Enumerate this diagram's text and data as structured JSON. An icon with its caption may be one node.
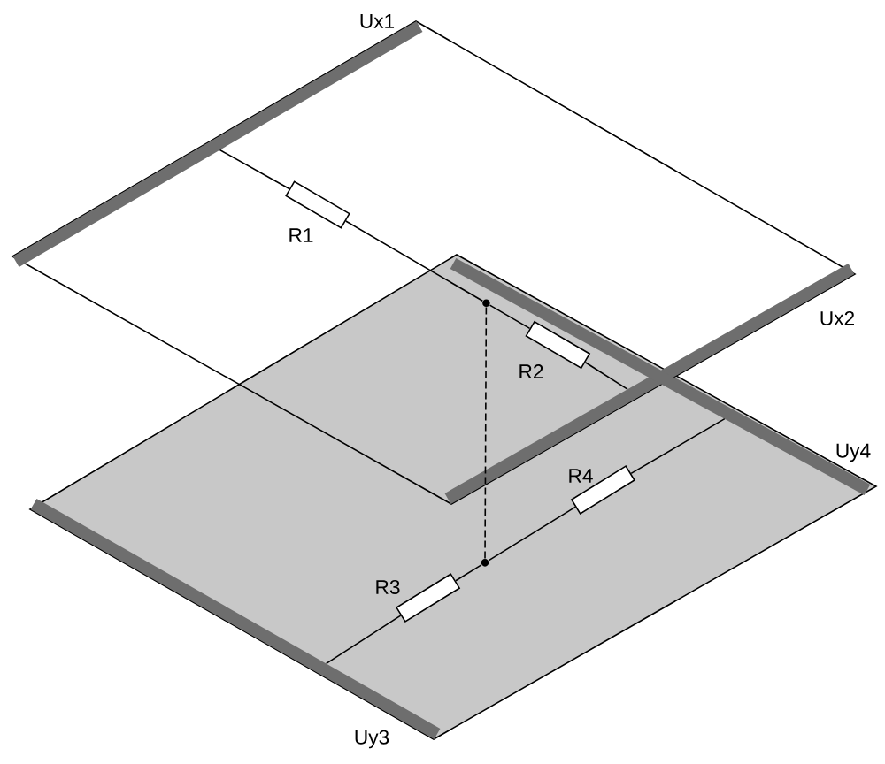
{
  "diagram": {
    "nodes": [
      {
        "text": [],
        "shape": "bar",
        "beside": [
          "Ux1"
        ]
      },
      {
        "text": [],
        "shape": "box",
        "beside": [
          "R1"
        ]
      },
      {
        "text": [],
        "shape": "circle"
      },
      {
        "text": [],
        "shape": "box",
        "beside": [
          "R2"
        ]
      },
      {
        "text": [],
        "shape": "bar",
        "beside": [
          "Ux2"
        ]
      },
      {
        "text": [],
        "shape": "bar",
        "beside": [
          "Uy4"
        ]
      },
      {
        "text": [],
        "shape": "box",
        "beside": [
          "R4"
        ]
      },
      {
        "text": [],
        "shape": "circle"
      },
      {
        "text": [],
        "shape": "box",
        "beside": [
          "R3"
        ]
      },
      {
        "text": [],
        "shape": "bar",
        "beside": [
          "Uy3"
        ]
      }
    ],
    "edges": [
      {
        "from": 0,
        "to": 1,
        "arrow": "none"
      },
      {
        "from": 1,
        "to": 2,
        "arrow": "none"
      },
      {
        "from": 2,
        "to": 3,
        "arrow": "none"
      },
      {
        "from": 3,
        "to": 4,
        "arrow": "none"
      },
      {
        "from": 2,
        "to": 7,
        "arrow": "none",
        "style": "dashed"
      },
      {
        "from": 9,
        "to": 8,
        "arrow": "none"
      },
      {
        "from": 8,
        "to": 7,
        "arrow": "none"
      },
      {
        "from": 7,
        "to": 6,
        "arrow": "none"
      },
      {
        "from": 6,
        "to": 5,
        "arrow": "none"
      }
    ]
  }
}
